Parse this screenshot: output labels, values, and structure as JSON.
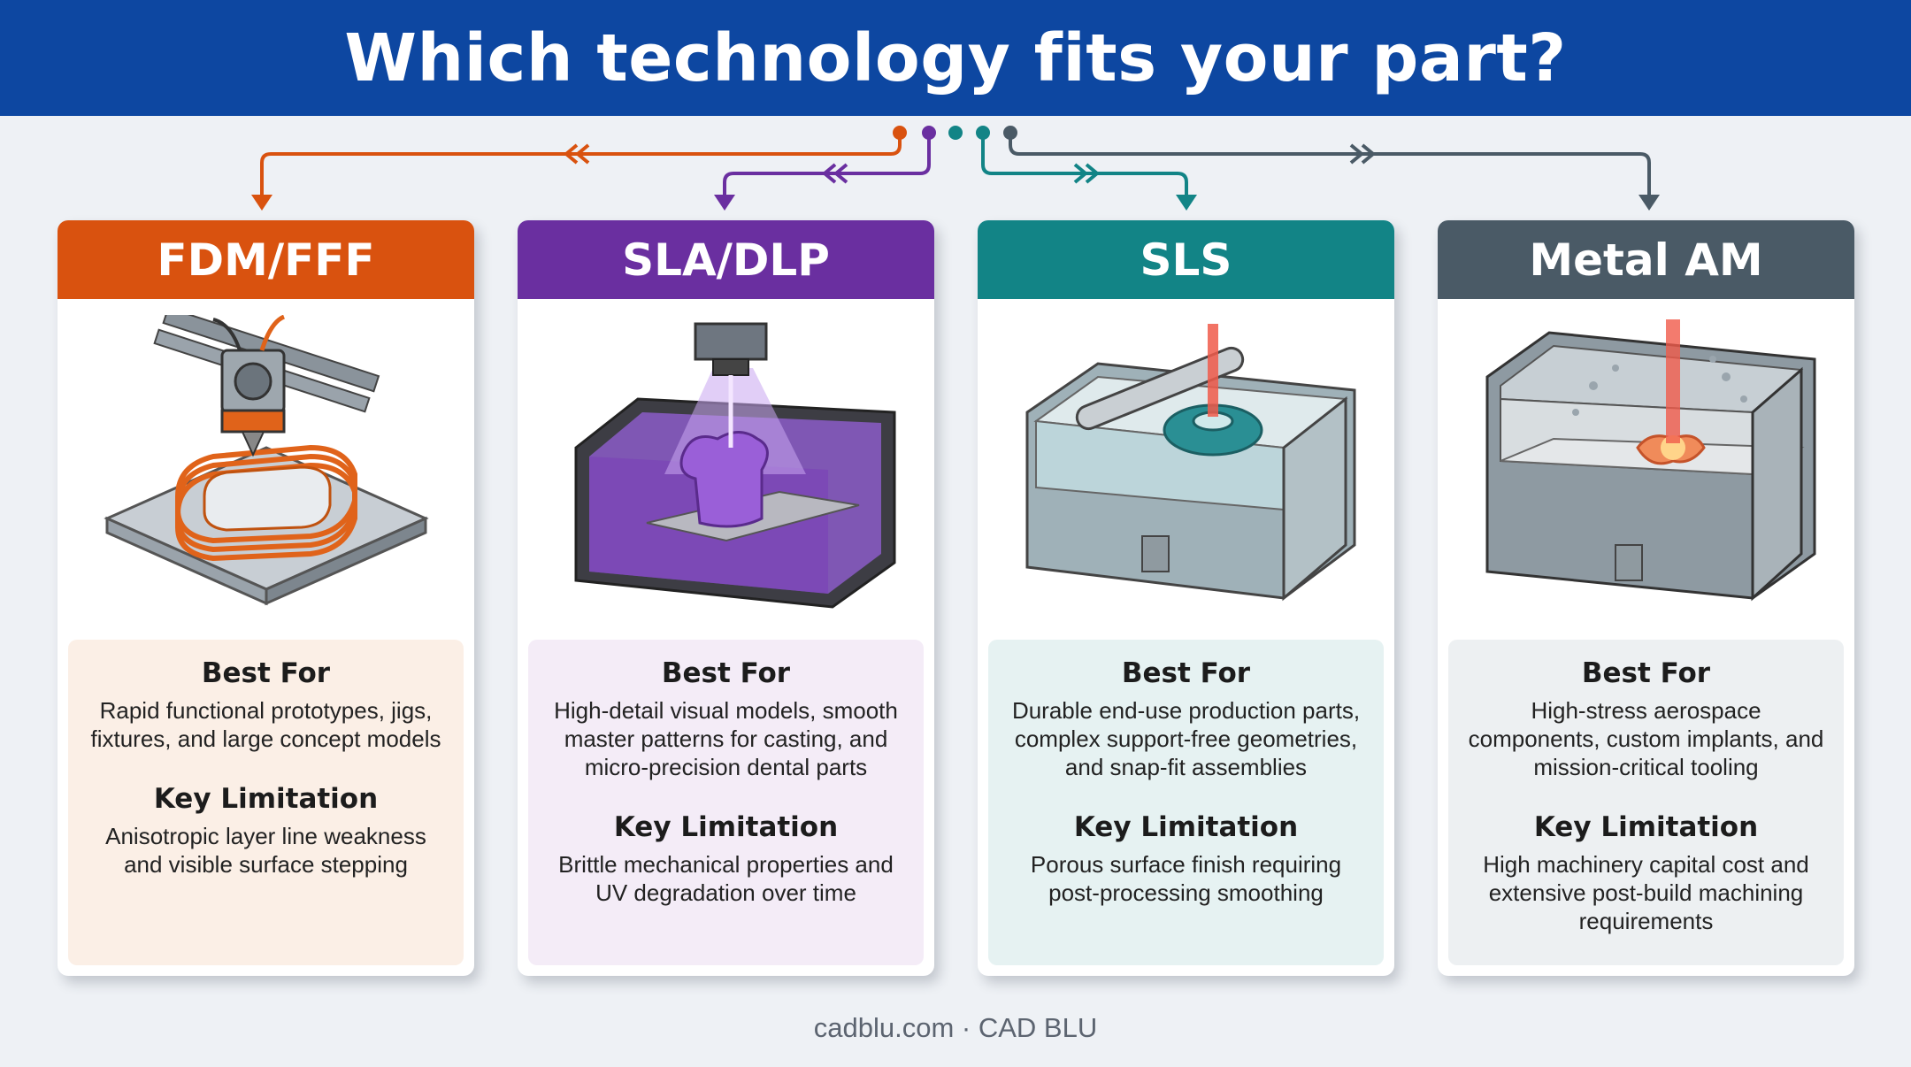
{
  "header": {
    "title": "Which technology fits your part?"
  },
  "labels": {
    "best_for": "Best For",
    "key_limitation": "Key Limitation"
  },
  "cards": [
    {
      "title": "FDM/FFF",
      "color": "#d9520f",
      "tint": "#fbefe6",
      "best_for": "Rapid functional prototypes, jigs, fixtures, and large concept models",
      "limitation": "Anisotropic layer line weakness and visible surface stepping",
      "icon": "fdm-printer-icon"
    },
    {
      "title": "SLA/DLP",
      "color": "#6a2fa0",
      "tint": "#f4ecf7",
      "best_for": "High-detail visual models, smooth master patterns for casting, and micro-precision dental parts",
      "limitation": "Brittle mechanical properties and UV degradation over time",
      "icon": "resin-vat-icon"
    },
    {
      "title": "SLS",
      "color": "#128486",
      "tint": "#e6f2f2",
      "best_for": "Durable end-use production parts, complex support-free geometries, and snap-fit assemblies",
      "limitation": "Porous surface finish requiring post-processing smoothing",
      "icon": "powder-bed-laser-icon"
    },
    {
      "title": "Metal AM",
      "color": "#4a5a66",
      "tint": "#edf0f2",
      "best_for": "High-stress aerospace components, custom implants, and mission-critical tooling",
      "limitation": "High machinery capital cost and extensive post-build machining requirements",
      "icon": "metal-melt-icon"
    }
  ],
  "footer": {
    "text": "cadblu.com · CAD BLU"
  }
}
